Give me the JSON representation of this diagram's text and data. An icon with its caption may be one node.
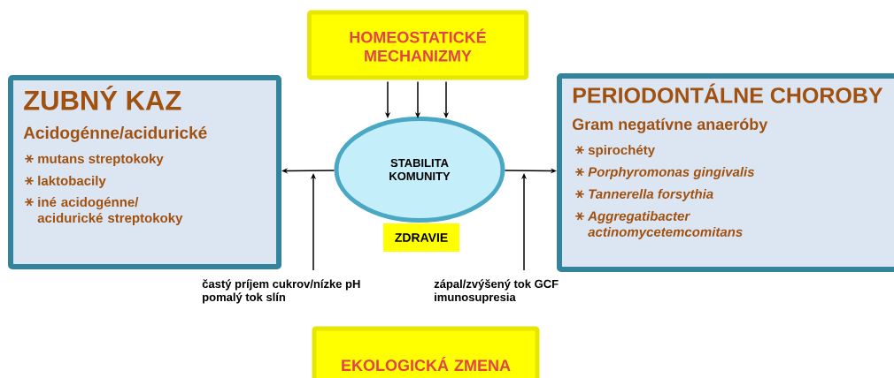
{
  "diagram": {
    "nodes": [
      {
        "text": [
          "HOMEOSTATICKÉ MECHANIZMY"
        ]
      },
      {
        "text": [
          "ZUBNÝ KAZ",
          "Acidogénne/acidurické",
          "mutans streptokoky",
          "laktobacily",
          "iné acidogénne/ acidurické streptokoky"
        ]
      },
      {
        "text": [
          "STABILITA KOMUNITY"
        ]
      },
      {
        "text": [
          "ZDRAVIE"
        ]
      },
      {
        "text": [
          "PERIODONTÁLNE CHOROBY",
          "Gram negatívne anaeróby",
          "spirochéty",
          "Porphyromonas gingivalis",
          "Tannerella forsythia",
          "Aggregatibacter actinomycetemcomitans"
        ]
      },
      {
        "text": [
          "častý príjem cukrov/nízke pH",
          "pomalý tok slín"
        ]
      },
      {
        "text": [
          "zápal/zvýšený tok GCF",
          "imunosupresia"
        ]
      },
      {
        "text": [
          "EKOLOGICKÁ ZMENA"
        ]
      }
    ],
    "edges": [
      {
        "from": 0,
        "to": 2,
        "arrow": "to"
      },
      {
        "from": 0,
        "to": 2,
        "arrow": "to"
      },
      {
        "from": 0,
        "to": 2,
        "arrow": "to"
      },
      {
        "from": 2,
        "to": 1,
        "arrow": "to"
      },
      {
        "from": 2,
        "to": 4,
        "arrow": "to"
      },
      {
        "from": 5,
        "to": null,
        "arrow": "to"
      },
      {
        "from": 6,
        "to": null,
        "arrow": "to"
      }
    ]
  }
}
